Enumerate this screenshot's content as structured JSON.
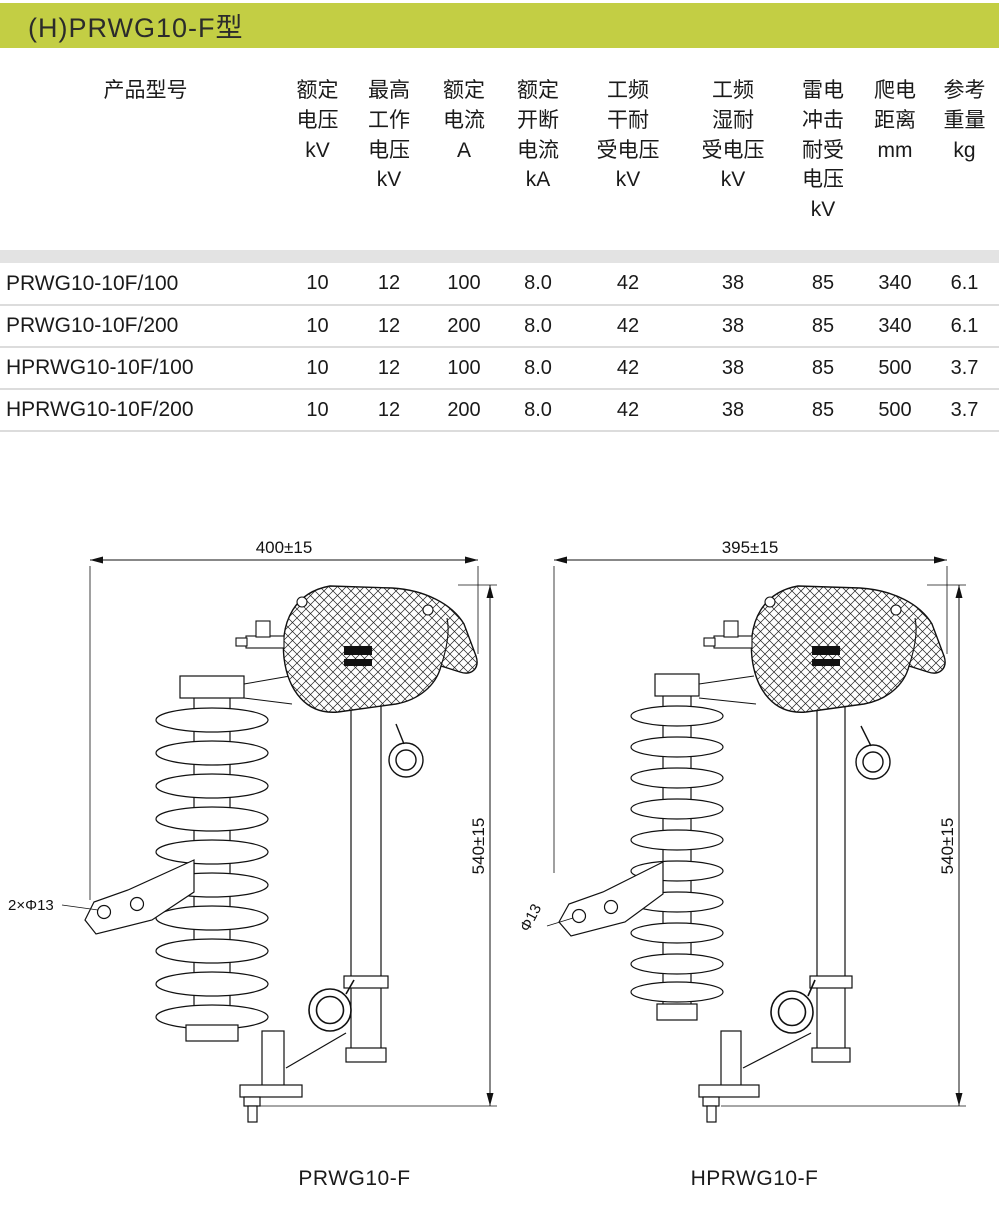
{
  "page": {
    "title": "(H)PRWG10-F型",
    "accent_color": "#c3ce44"
  },
  "table": {
    "model_header": "产品型号",
    "col_headers": [
      "额定\n电压\nkV",
      "最高\n工作\n电压\nkV",
      "额定\n电流\nA",
      "额定\n开断\n电流\nkA",
      "工频\n干耐\n受电压\nkV",
      "工频\n湿耐\n受电压\nkV",
      "雷电\n冲击\n耐受\n电压\nkV",
      "爬电\n距离\nmm",
      "参考\n重量\nkg"
    ],
    "rows": [
      {
        "model": "PRWG10-10F/100",
        "values": [
          "10",
          "12",
          "100",
          "8.0",
          "42",
          "38",
          "85",
          "340",
          "6.1"
        ]
      },
      {
        "model": "PRWG10-10F/200",
        "values": [
          "10",
          "12",
          "200",
          "8.0",
          "42",
          "38",
          "85",
          "340",
          "6.1"
        ]
      },
      {
        "model": "HPRWG10-10F/100",
        "values": [
          "10",
          "12",
          "100",
          "8.0",
          "42",
          "38",
          "85",
          "500",
          "3.7"
        ]
      },
      {
        "model": "HPRWG10-10F/200",
        "values": [
          "10",
          "12",
          "200",
          "8.0",
          "42",
          "38",
          "85",
          "500",
          "3.7"
        ]
      }
    ]
  },
  "drawings": [
    {
      "caption": "PRWG10-F",
      "width_dim": "400±15",
      "height_dim": "540±15",
      "hole_label": "2×Φ13"
    },
    {
      "caption": "HPRWG10-F",
      "width_dim": "395±15",
      "height_dim": "540±15",
      "hole_label": "Φ13"
    }
  ]
}
